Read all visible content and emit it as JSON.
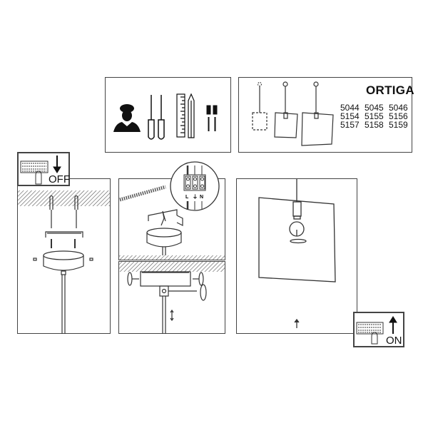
{
  "header": {
    "brand": "ORTIGA",
    "model_codes": [
      [
        "5044",
        "5045",
        "5046"
      ],
      [
        "5154",
        "5155",
        "5156"
      ],
      [
        "5157",
        "5158",
        "5159"
      ]
    ]
  },
  "tools_panel": {
    "icons": [
      "electrician-icon",
      "screwdriver-flat-icon",
      "screwdriver-phillips-icon",
      "ruler-icon",
      "pencil-icon",
      "wall-plug-icon"
    ]
  },
  "steps": {
    "power_off_label": "OFF",
    "power_on_label": "ON",
    "wiring_terminals": [
      "L",
      "⏚",
      "N"
    ]
  },
  "colors": {
    "line": "#333333",
    "border": "#444444",
    "hatch": "#555555",
    "background": "#ffffff"
  }
}
